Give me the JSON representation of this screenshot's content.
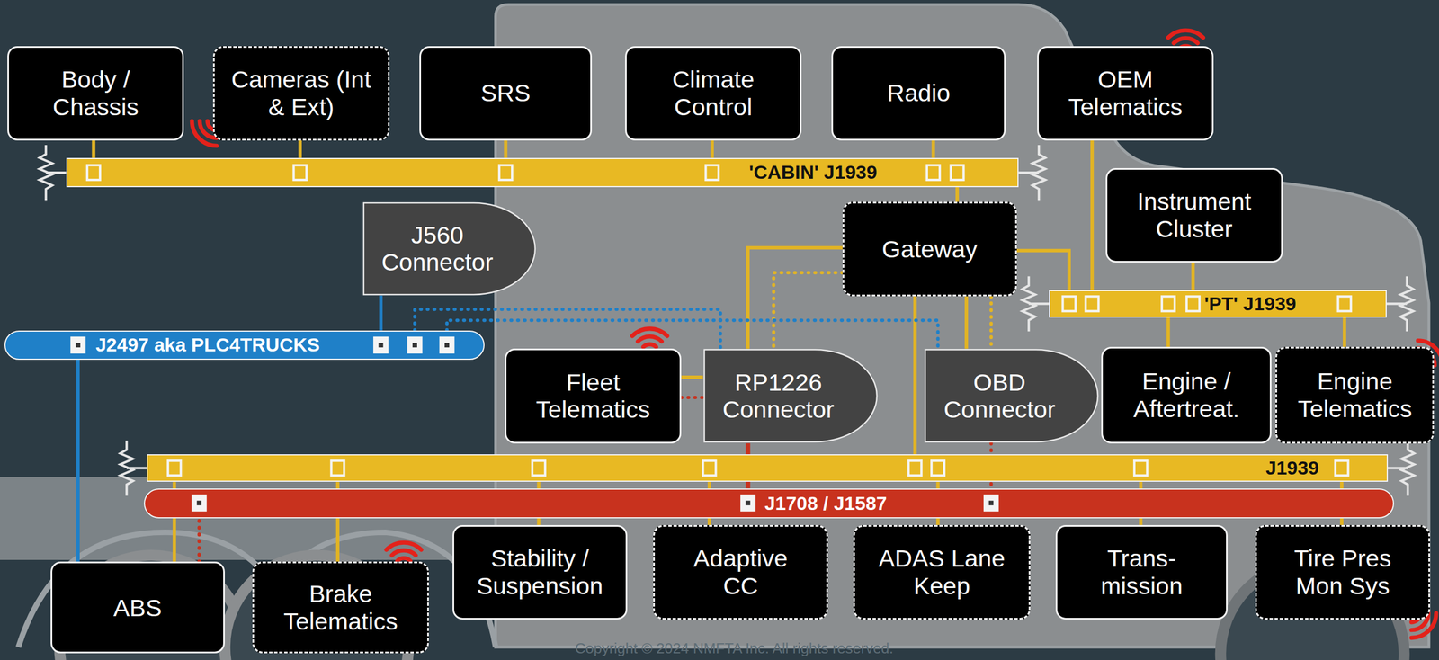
{
  "diagram": {
    "nodes": [
      {
        "text": [
          "Body / Chassis"
        ]
      },
      {
        "text": [
          "Cameras (Int & Ext)"
        ]
      },
      {
        "text": [
          "SRS"
        ]
      },
      {
        "text": [
          "Climate Control"
        ]
      },
      {
        "text": [
          "Radio"
        ]
      },
      {
        "text": [
          "OEM Telematics"
        ]
      },
      {
        "text": [
          "'CABIN' J1939"
        ]
      },
      {
        "text": [
          "Instrument Cluster"
        ]
      },
      {
        "text": [
          "J560 Connector"
        ]
      },
      {
        "text": [
          "Gateway"
        ]
      },
      {
        "text": [
          "'PT' J1939"
        ]
      },
      {
        "text": [
          "J2497 aka PLC4TRUCKS"
        ]
      },
      {
        "text": [
          "Fleet Telematics"
        ]
      },
      {
        "text": [
          "RP1226 Connector"
        ]
      },
      {
        "text": [
          "OBD Connector"
        ]
      },
      {
        "text": [
          "Engine / Aftertreat."
        ]
      },
      {
        "text": [
          "Engine Telematics"
        ]
      },
      {
        "text": [
          "J1939"
        ]
      },
      {
        "text": [
          "J1708 / J1587"
        ]
      },
      {
        "text": [
          "ABS"
        ]
      },
      {
        "text": [
          "Brake Telematics"
        ]
      },
      {
        "text": [
          "Stability / Suspension"
        ]
      },
      {
        "text": [
          "Adaptive CC"
        ]
      },
      {
        "text": [
          "ADAS Lane Keep"
        ]
      },
      {
        "text": [
          "Trans- mission"
        ]
      },
      {
        "text": [
          "Tire Pres Mon Sys"
        ]
      }
    ],
    "edges": [
      {
        "from": 0,
        "to": 6,
        "arrow": "none"
      },
      {
        "from": 1,
        "to": 6,
        "arrow": "none"
      },
      {
        "from": 2,
        "to": 6,
        "arrow": "none"
      },
      {
        "from": 3,
        "to": 6,
        "arrow": "none"
      },
      {
        "from": 4,
        "to": 6,
        "arrow": "none"
      },
      {
        "from": 9,
        "to": 6,
        "arrow": "none"
      },
      {
        "from": 5,
        "to": 10,
        "arrow": "none"
      },
      {
        "from": 7,
        "to": 10,
        "arrow": "none"
      },
      {
        "from": 9,
        "to": 10,
        "arrow": "none"
      },
      {
        "from": 15,
        "to": 10,
        "arrow": "none"
      },
      {
        "from": 16,
        "to": 10,
        "arrow": "none"
      },
      {
        "from": 8,
        "to": 11,
        "arrow": "none"
      },
      {
        "from": 9,
        "to": 13,
        "arrow": "none"
      },
      {
        "from": 9,
        "to": 13,
        "arrow": "none"
      },
      {
        "from": 9,
        "to": 17,
        "arrow": "none"
      },
      {
        "from": 9,
        "to": 14,
        "arrow": "none"
      },
      {
        "from": 9,
        "to": 14,
        "arrow": "none"
      },
      {
        "from": 11,
        "to": 13,
        "arrow": "none"
      },
      {
        "from": 11,
        "to": 14,
        "arrow": "none"
      },
      {
        "from": 19,
        "to": 11,
        "arrow": "none"
      },
      {
        "from": 19,
        "to": 17,
        "arrow": "none"
      },
      {
        "from": 19,
        "to": 18,
        "arrow": "none"
      },
      {
        "from": 20,
        "to": 17,
        "arrow": "none"
      },
      {
        "from": 21,
        "to": 17,
        "arrow": "none"
      },
      {
        "from": 22,
        "to": 17,
        "arrow": "none"
      },
      {
        "from": 23,
        "to": 17,
        "arrow": "none"
      },
      {
        "from": 24,
        "to": 17,
        "arrow": "none"
      },
      {
        "from": 25,
        "to": 17,
        "arrow": "none"
      },
      {
        "from": 12,
        "to": 13,
        "arrow": "none"
      },
      {
        "from": 12,
        "to": 13,
        "arrow": "none"
      },
      {
        "from": 13,
        "to": 18,
        "arrow": "none"
      },
      {
        "from": 14,
        "to": 18,
        "arrow": "none"
      }
    ],
    "labels": [
      "Copyright © 2024 NMFTA Inc. All rights reserved."
    ]
  }
}
